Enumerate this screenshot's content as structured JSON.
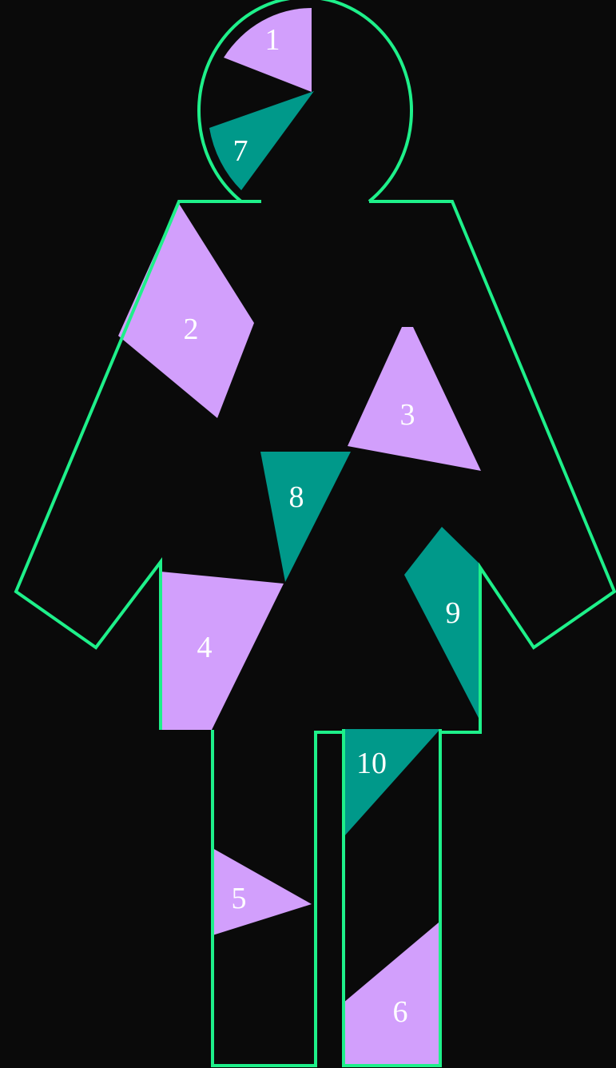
{
  "colors": {
    "background": "#0a0a0a",
    "outline": "#1ef08a",
    "violet": "#d29ffc",
    "teal": "#00998a",
    "label": "#ffffff"
  },
  "pieces": [
    {
      "id": "piece-1",
      "label": "1",
      "color": "violet"
    },
    {
      "id": "piece-2",
      "label": "2",
      "color": "violet"
    },
    {
      "id": "piece-3",
      "label": "3",
      "color": "violet"
    },
    {
      "id": "piece-4",
      "label": "4",
      "color": "violet"
    },
    {
      "id": "piece-5",
      "label": "5",
      "color": "violet"
    },
    {
      "id": "piece-6",
      "label": "6",
      "color": "violet"
    },
    {
      "id": "piece-7",
      "label": "7",
      "color": "teal"
    },
    {
      "id": "piece-8",
      "label": "8",
      "color": "teal"
    },
    {
      "id": "piece-9",
      "label": "9",
      "color": "teal"
    },
    {
      "id": "piece-10",
      "label": "10",
      "color": "teal"
    }
  ]
}
